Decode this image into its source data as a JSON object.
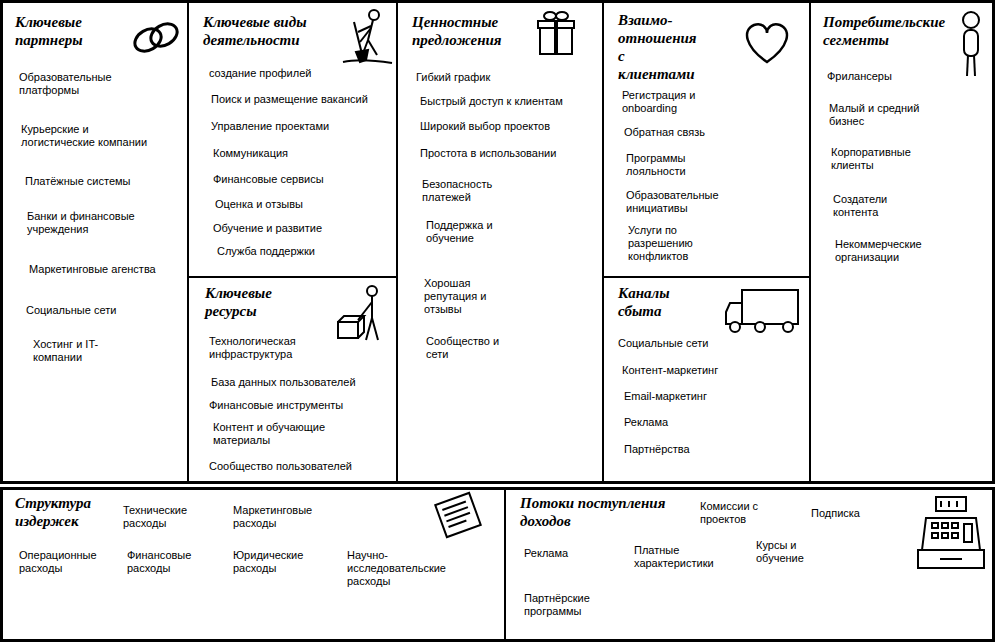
{
  "diagram": {
    "nodes": [
      {
        "text": [
          "Ключевые партнеры",
          "Образовательные платформы",
          "Курьерские и логистические компании",
          "Платёжные системы",
          "Банки и финансовые учреждения",
          "Маркетинговые агенства",
          "Социальные сети",
          "Хостинг и IT- компании"
        ]
      },
      {
        "text": [
          "Ключевые виды деятельности",
          "создание профилей",
          "Поиск и размещение вакансий",
          "Управление проектами",
          "Коммуникация",
          "Финансовые сервисы",
          "Оценка и отзывы",
          "Обучение и развитие",
          "Служба поддержки"
        ]
      },
      {
        "text": [
          "Ключевые ресурсы",
          "Технологическая инфраструктура",
          "База данных пользователей",
          "Финансовые инструменты",
          "Контент и обучающие материалы",
          "Сообщество пользователей"
        ]
      },
      {
        "text": [
          "Ценностные предложения",
          "Гибкий график",
          "Быстрый доступ к клиентам",
          "Широкий выбор проектов",
          "Простота в использовании",
          "Безопасность платежей",
          "Поддержка и обучение",
          "Хорошая репутация и отзывы",
          "Сообщество и сети"
        ]
      },
      {
        "text": [
          "Взаимо- отношения с клиентами",
          "Регистрация и onboarding",
          "Обратная связь",
          "Программы лояльности",
          "Образовательные инициативы",
          "Услуги по разрешению конфликтов"
        ]
      },
      {
        "text": [
          "Каналы сбыта",
          "Социальные сети",
          "Контент-маркетинг",
          "Email-маркетинг",
          "Реклама",
          "Партнёрства"
        ]
      },
      {
        "text": [
          "Потребительские сегменты",
          "Фрилансеры",
          "Малый и средний бизнес",
          "Корпоративные клиенты",
          "Создатели контента",
          "Некоммерческие организации"
        ]
      },
      {
        "text": [
          "Структура издержек",
          "Технические расходы",
          "Маркетинговые расходы",
          "Операционные расходы",
          "Финансовые расходы",
          "Юридические расходы",
          "Научно- исследовательские расходы"
        ]
      },
      {
        "text": [
          "Потоки поступления доходов",
          "Комиссии с проектов",
          "Подписка",
          "Реклама",
          "Платные характеристики",
          "Курсы и обучение",
          "Партнёрские программы"
        ]
      }
    ]
  }
}
